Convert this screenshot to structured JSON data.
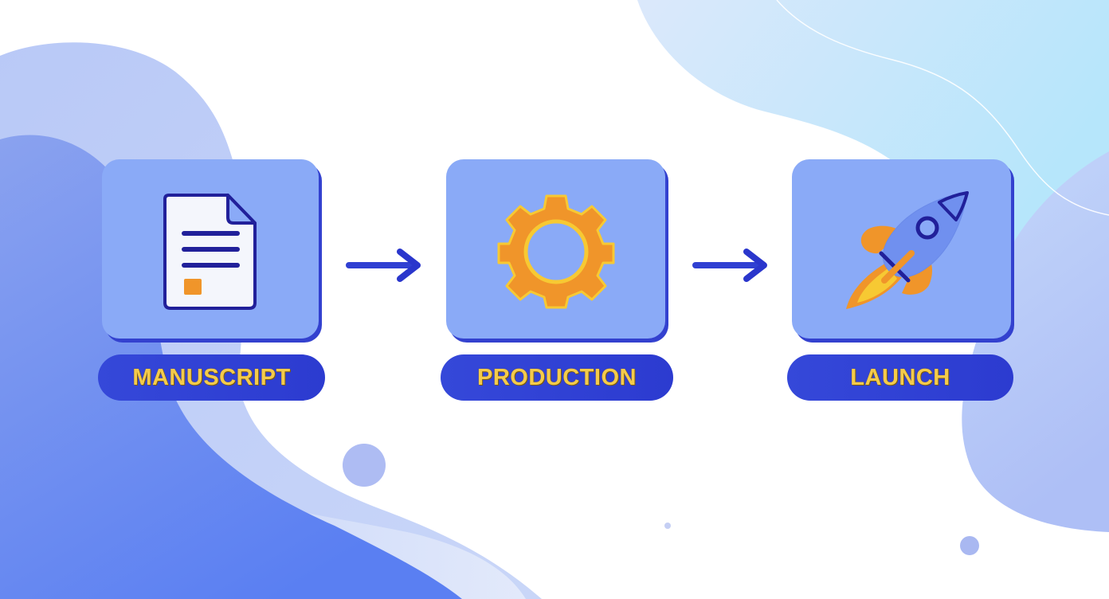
{
  "diagram": {
    "type": "process-flow",
    "steps": [
      {
        "label": "MANUSCRIPT",
        "icon": "document-icon"
      },
      {
        "label": "PRODUCTION",
        "icon": "gear-icon"
      },
      {
        "label": "LAUNCH",
        "icon": "rocket-icon"
      }
    ],
    "connectors": [
      {
        "from": "MANUSCRIPT",
        "to": "PRODUCTION",
        "icon": "arrow-right-icon"
      },
      {
        "from": "PRODUCTION",
        "to": "LAUNCH",
        "icon": "arrow-right-icon"
      }
    ]
  },
  "colors": {
    "card_fill": "#8aaaf7",
    "card_edge": "#3341cf",
    "pill_fill": "#2f40d4",
    "label_text": "#f4cb4a",
    "icon_orange": "#f0952a",
    "icon_yellow": "#f7c933",
    "icon_navy": "#21209a",
    "arrow": "#3040d2"
  }
}
